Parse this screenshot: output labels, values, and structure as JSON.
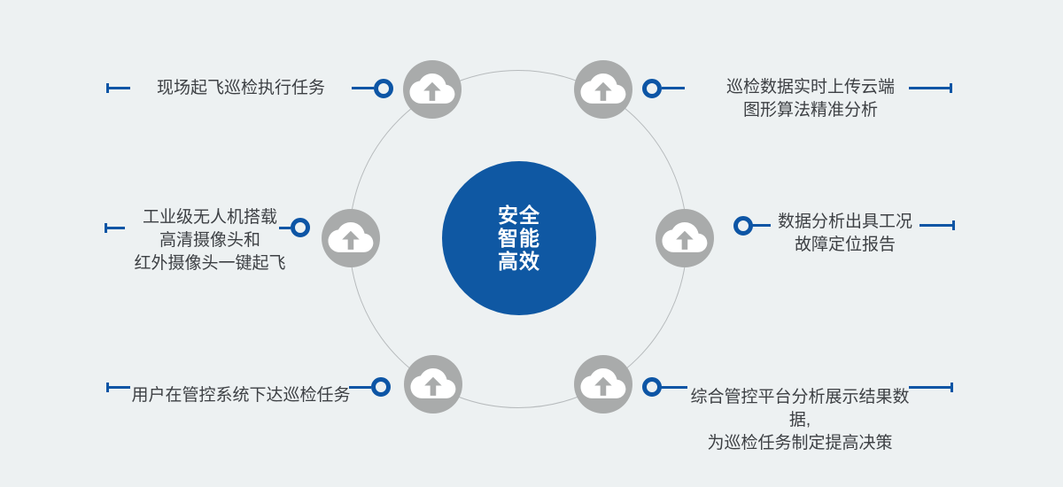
{
  "colors": {
    "background": "#edf1f2",
    "accent_blue": "#0d55a5",
    "center_circle_blue": "#0f58a3",
    "cloud_gray": "#a9abab",
    "orbit_gray": "#b6babc",
    "label_text": "#3d4044"
  },
  "center": {
    "lines": [
      "安全",
      "智能",
      "高效"
    ]
  },
  "nodes": [
    {
      "id": "top-left",
      "lines": [
        "现场起飞巡检执行任务"
      ]
    },
    {
      "id": "top-right",
      "lines": [
        "巡检数据实时上传云端",
        "图形算法精准分析"
      ]
    },
    {
      "id": "middle-left",
      "lines": [
        "工业级无人机搭载",
        "高清摄像头和",
        "红外摄像头一键起飞"
      ]
    },
    {
      "id": "middle-right",
      "lines": [
        "数据分析出具工况",
        "故障定位报告"
      ]
    },
    {
      "id": "bottom-left",
      "lines": [
        "用户在管控系统下达巡检任务"
      ]
    },
    {
      "id": "bottom-right",
      "lines": [
        "综合管控平台分析展示结果数据,",
        "为巡检任务制定提高决策"
      ]
    }
  ]
}
